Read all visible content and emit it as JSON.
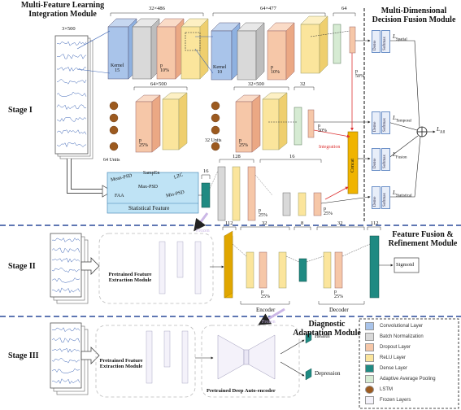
{
  "titles": {
    "left_title": "Multi-Feature Learning\nIntegration Module",
    "right_title": "Multi-Dimensional\nDecision Fusion Module",
    "fusion_title": "Feature Fusion &\nRefinement Module",
    "diag_title": "Diagnostic\nAdaptation Module"
  },
  "stages": {
    "s1": "Stage I",
    "s2": "Stage II",
    "s3": "Stage III"
  },
  "stage1": {
    "input_dim": "3×500",
    "top_dim1": "32×486",
    "top_dim2": "64×477",
    "top_dim3": "64",
    "kernel1": "Kernel\n15",
    "kernel2": "Kernel\n10",
    "p10a": "p\n10%",
    "p10b": "p\n10%",
    "p50a": "p\n50%",
    "mid_dim1": "64×500",
    "mid_dim2": "32×500",
    "mid_dim3": "32",
    "p25a": "p\n25%",
    "p25b": "p\n25%",
    "p50b": "p\n50%",
    "units64": "64 Units",
    "units32": "32 Units",
    "integration": "Integration",
    "concat": "Concat",
    "sf_labels": [
      "Mean-PSD",
      "SampEn",
      "LZC",
      "Max-PSD",
      "FAA",
      "Min-PSD"
    ],
    "sf_title": "Statistical Feature",
    "bot_dim1": "16",
    "bot_dim2": "128",
    "bot_dim3": "16",
    "p25c": "p\n25%",
    "p25d": "p\n25%"
  },
  "fusion": {
    "softmax": "Softmax",
    "dense": "Dense",
    "l_spatial": "L",
    "l_spatial_sub": "Spatial",
    "l_temporal": "L",
    "l_temporal_sub": "Temporal",
    "l_fusion": "L",
    "l_fusion_sub": "Fusion",
    "l_statistical": "L",
    "l_statistical_sub": "Statistical",
    "l_all": "L",
    "l_all_sub": "All"
  },
  "stage2": {
    "frozen": "Frozen",
    "pretrained": "Pretrained Feature\nExtraction Module",
    "dims": [
      "112",
      "32",
      "8",
      "32",
      "112"
    ],
    "p25a": "p\n25%",
    "p25b": "p\n25%",
    "encoder": "Encoder",
    "decoder": "Decoder",
    "sigmoid": "Sigmoid"
  },
  "stage3": {
    "frozen": "Frozen",
    "pretrained": "Pretrained Feature\nExtraction Module",
    "autoencoder": "Pretrained Deep Auto-encoder",
    "health": "Health",
    "depression": "Depression"
  },
  "legend": [
    {
      "label": "Convolutional Layer",
      "color": "#a9c4ea"
    },
    {
      "label": "Batch Normalization",
      "color": "#d9d9d9"
    },
    {
      "label": "Dropout Layer",
      "color": "#f6c7a8"
    },
    {
      "label": "ReLU Layer",
      "color": "#fbe59c"
    },
    {
      "label": "Dense Layer",
      "color": "#1f8a82"
    },
    {
      "label": "Adaptive Average Pooling",
      "color": "#d6ebd3"
    },
    {
      "label": "LSTM",
      "color": "#9c5a1f"
    },
    {
      "label": "Frozen Layers",
      "color": "#f4f2fa"
    }
  ]
}
